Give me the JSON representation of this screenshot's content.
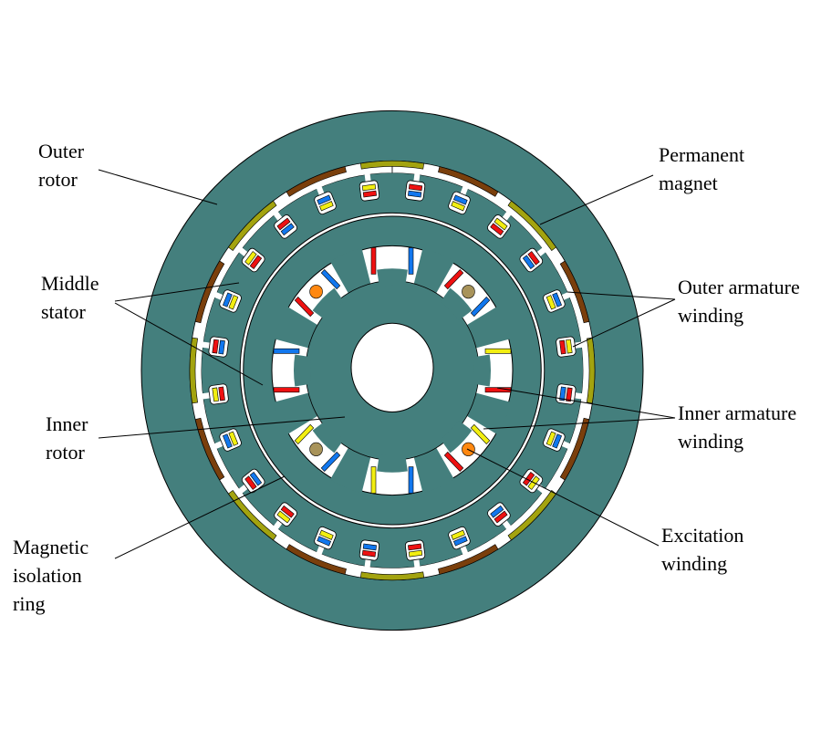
{
  "labels": {
    "outer_rotor": [
      "Outer",
      "rotor"
    ],
    "permanent_magnet": [
      "Permanent",
      "magnet"
    ],
    "middle_stator": [
      "Middle",
      "stator"
    ],
    "outer_armature_winding": [
      "Outer armature",
      "winding"
    ],
    "inner_armature_winding": [
      "Inner armature",
      "winding"
    ],
    "inner_rotor": [
      "Inner",
      "rotor"
    ],
    "excitation_winding": [
      "Excitation",
      "winding"
    ],
    "magnetic_isolation_ring": [
      "Magnetic",
      "isolation",
      "ring"
    ]
  },
  "colors": {
    "core": "#447f7d",
    "magnet_a": "#a3a30f",
    "magnet_b": "#7a3f0c",
    "phase_a": "#ee1111",
    "phase_b": "#1177ee",
    "phase_c": "#f2ee11",
    "excitation_a": "#ff8811",
    "excitation_b": "#a8935a"
  }
}
